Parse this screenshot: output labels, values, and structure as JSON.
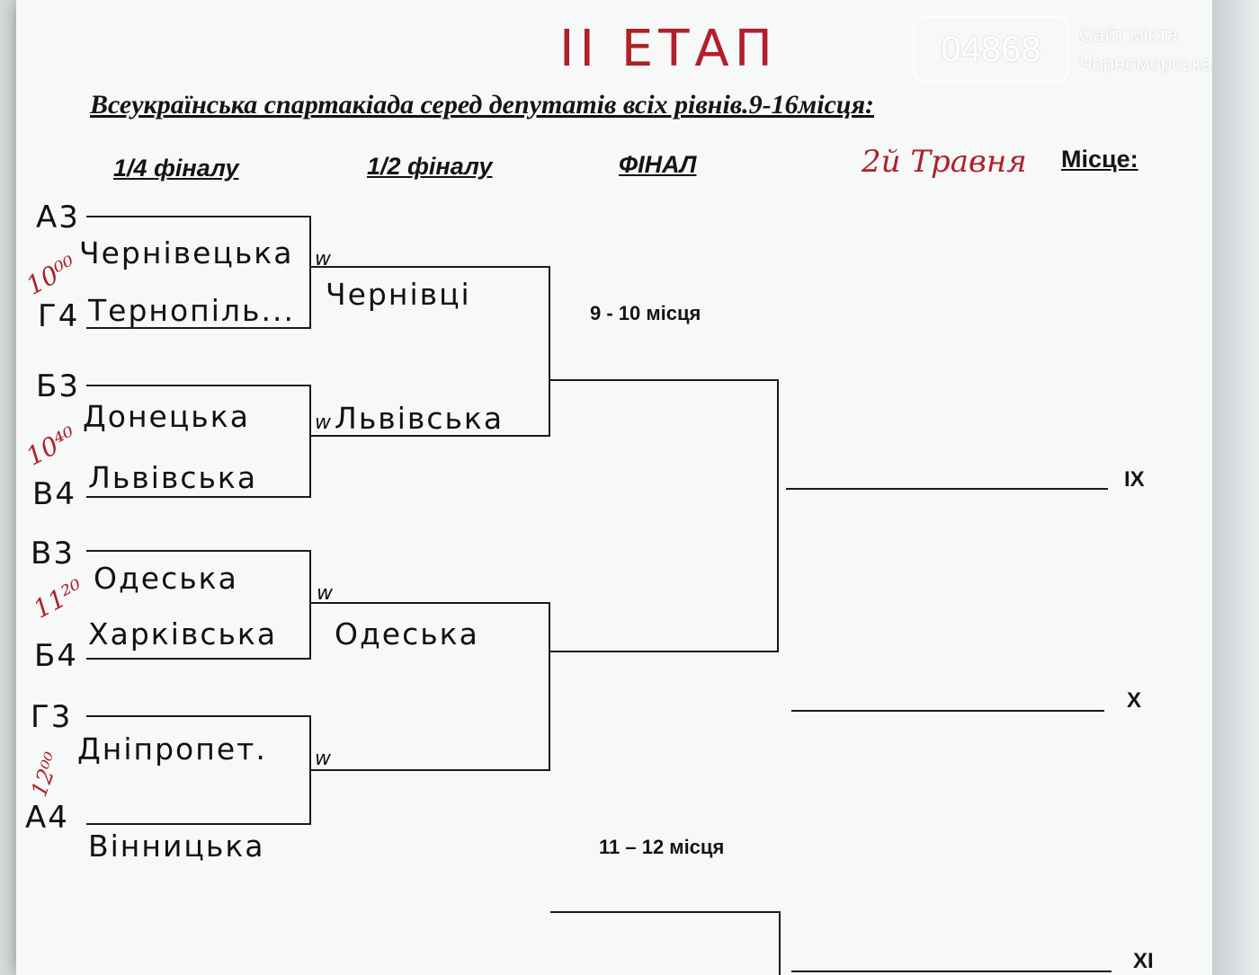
{
  "stage_title": "ІІ ЕТАП",
  "heading": "Всеукраїнська спартакіада серед депутатів всіх рівнів.9-16місця:",
  "date_note": "2й Травня",
  "columns": {
    "quarter": "1/4 фіналу",
    "semi": "1/2 фіналу",
    "final": "ФІНАЛ",
    "place": "Місце:"
  },
  "quarter_final": [
    {
      "seed_top": "А3",
      "team_top": "Чернівецька",
      "time": "10⁰⁰",
      "seed_bottom": "Г4",
      "team_bottom": "Тернопіль..."
    },
    {
      "seed_top": "Б3",
      "team_top": "Донецька",
      "time": "10⁴⁰",
      "seed_bottom": "В4",
      "team_bottom": "Львівська"
    },
    {
      "seed_top": "В3",
      "team_top": "Одеська",
      "time": "11²⁰",
      "seed_bottom": "Б4",
      "team_bottom": "Харківська"
    },
    {
      "seed_top": "Г3",
      "team_top": "Дніпропет.",
      "time": "12⁰⁰",
      "seed_bottom": "А4",
      "team_bottom": "Вінницька"
    }
  ],
  "semi_final": [
    "Чернівці",
    "Львівська",
    "Одеська",
    ""
  ],
  "winner_marks": [
    "w",
    "w",
    "w",
    "w"
  ],
  "final_labels": {
    "places_9_10": "9 - 10 місця",
    "places_11_12": "11 – 12 місця"
  },
  "places": [
    "IX",
    "X",
    "XI"
  ],
  "watermark": {
    "number": "04868",
    "line1": "Сайт міста",
    "line2": "Чорноморська"
  }
}
